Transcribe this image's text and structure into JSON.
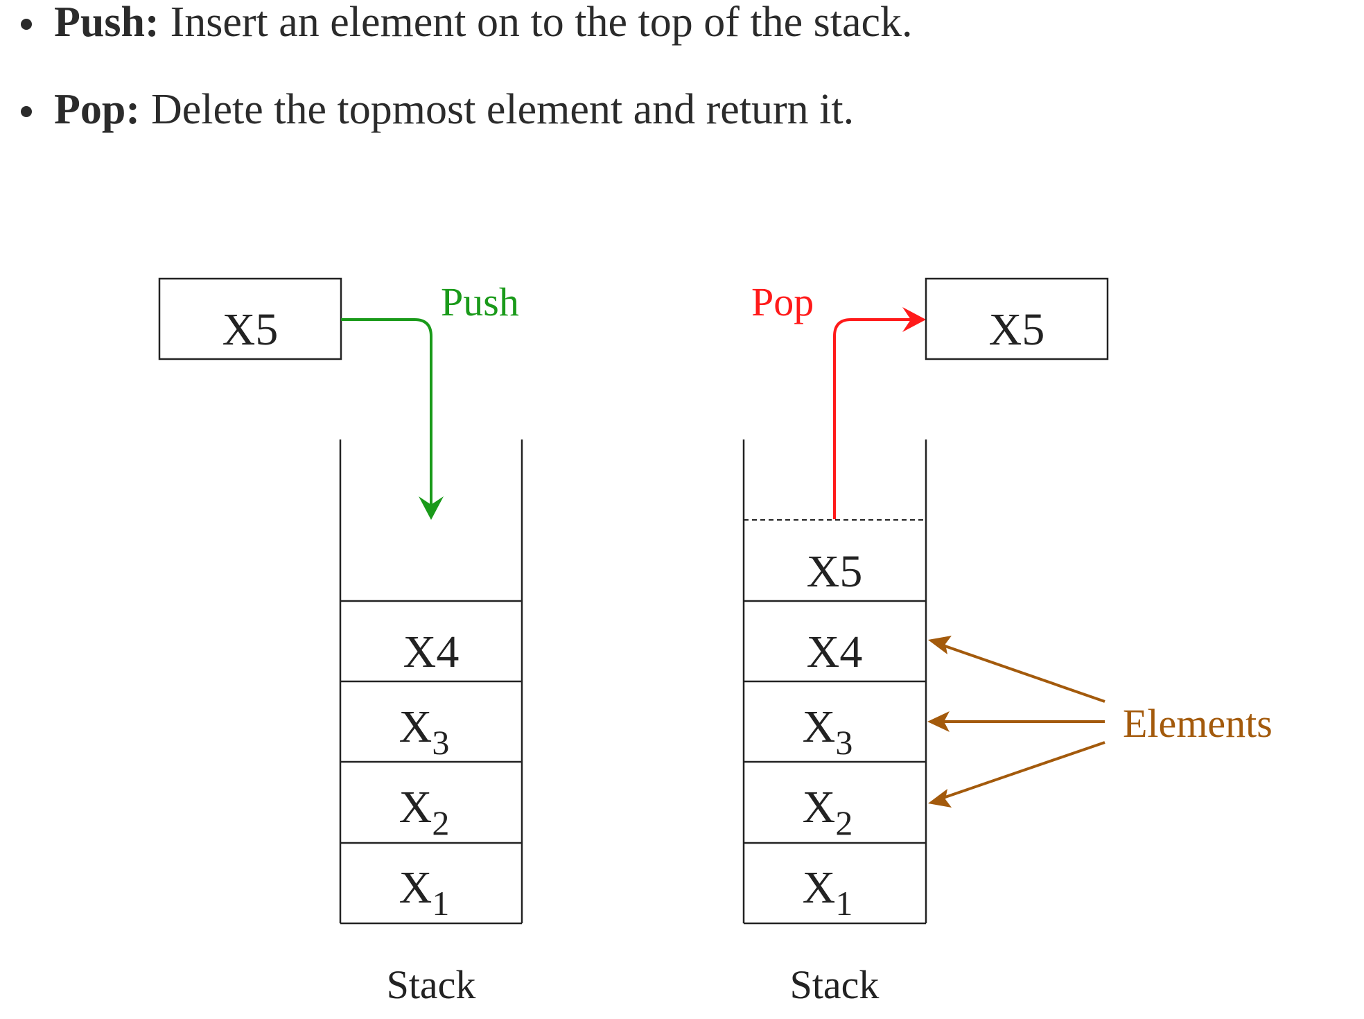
{
  "bullets": [
    {
      "term": "Push:",
      "description": "Insert an element on to the top of the stack."
    },
    {
      "term": "Pop:",
      "description": "Delete the topmost element and return it."
    }
  ],
  "diagram": {
    "push": {
      "label": "Push",
      "label_color": "#1a9a1a",
      "element_box": "X5",
      "stack_caption": "Stack",
      "cells": [
        {
          "base": "X4",
          "sub": ""
        },
        {
          "base": "X",
          "sub": "3"
        },
        {
          "base": "X",
          "sub": "2"
        },
        {
          "base": "X",
          "sub": "1"
        }
      ]
    },
    "pop": {
      "label": "Pop",
      "label_color": "#ff1a1a",
      "element_box": "X5",
      "popped_cell": "X5",
      "stack_caption": "Stack",
      "cells": [
        {
          "base": "X4",
          "sub": ""
        },
        {
          "base": "X",
          "sub": "3"
        },
        {
          "base": "X",
          "sub": "2"
        },
        {
          "base": "X",
          "sub": "1"
        }
      ]
    },
    "elements_label": "Elements",
    "elements_color": "#a35a0c"
  }
}
